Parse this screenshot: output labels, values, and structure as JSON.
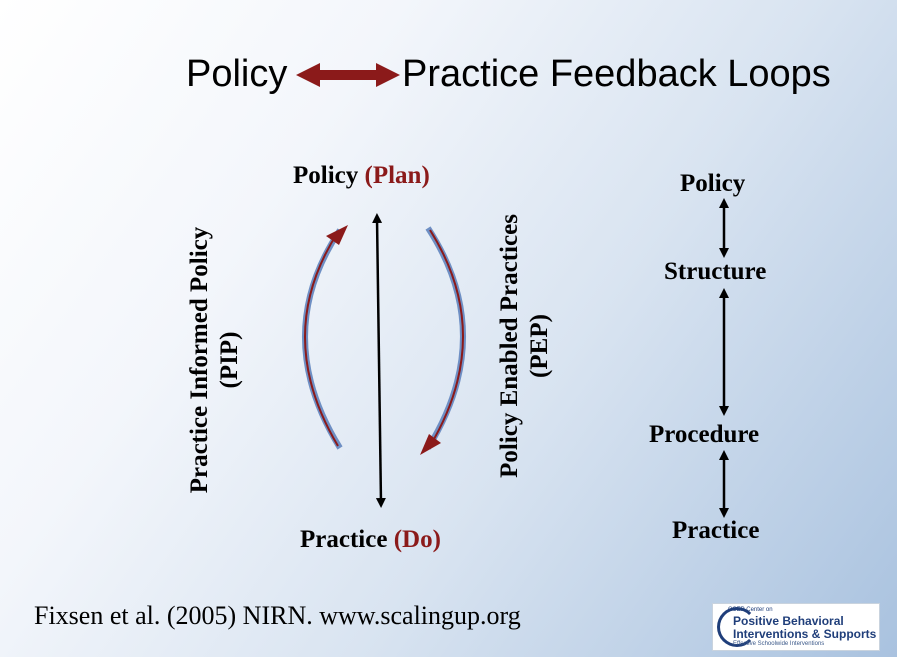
{
  "title": {
    "left": "Policy",
    "right": "Practice Feedback Loops",
    "arrow_color": "#8b1a1a"
  },
  "cycle": {
    "top_label": "Policy",
    "top_paren": "(Plan)",
    "bottom_label": "Practice",
    "bottom_paren": "(Do)",
    "left_label_line1": "Practice Informed Policy",
    "left_label_line2": "(PIP)",
    "right_label_line1": "Policy Enabled Practices",
    "right_label_line2": "(PEP)",
    "accent_color": "#8b1a1a",
    "loop_color": "#6e8fc4"
  },
  "hierarchy": {
    "levels": [
      "Policy",
      "Structure",
      "Procedure",
      "Practice"
    ]
  },
  "citation": "Fixsen et al. (2005) NIRN. www.scalingup.org",
  "logo": {
    "tagline": "OSEP Center on",
    "line1": "Positive Behavioral",
    "line2": "Interventions & Supports",
    "sub": "Effective Schoolwide Interventions"
  }
}
